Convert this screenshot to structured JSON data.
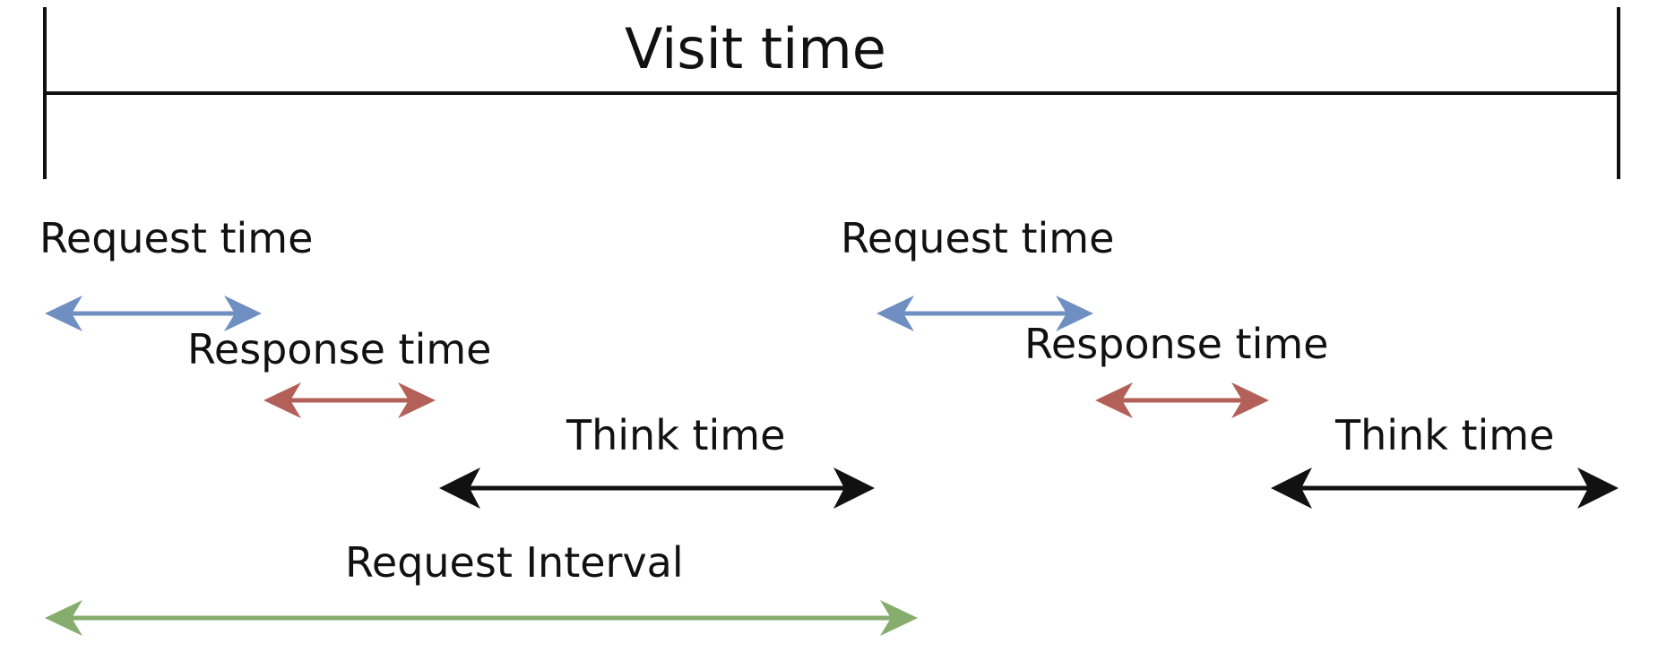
{
  "title": "Visit time",
  "colors": {
    "request": "#6f8fc3",
    "response": "#b36158",
    "think": "#111111",
    "interval": "#86ad6e",
    "axis": "#111111"
  },
  "labels": {
    "request_1": "Request time",
    "response_1": "Response time",
    "think_1": "Think time",
    "request_2": "Request time",
    "response_2": "Response time",
    "think_2": "Think time",
    "interval": "Request Interval"
  }
}
